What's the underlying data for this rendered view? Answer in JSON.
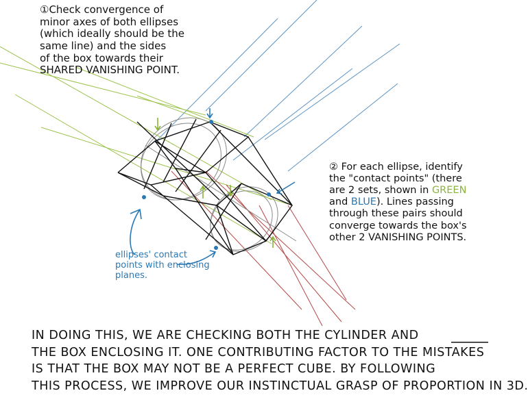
{
  "note1": {
    "lines": [
      "①Check convergence of",
      "minor axes of both ellipses",
      "(which ideally should be the",
      "same line) and the sides",
      "of the box towards their",
      "SHARED VANISHING POINT."
    ]
  },
  "note2": {
    "line1": "② For each ellipse, identify",
    "line2": "the \"contact points\" (there",
    "line3_pre": "are 2 sets, shown in ",
    "line3_green": "GREEN",
    "line4_pre": "and ",
    "line4_blue": "BLUE",
    "line4_post": "). Lines passing",
    "line5": "through these pairs should",
    "line6": "converge towards the box's",
    "line7": "other 2 VANISHING POINTS."
  },
  "note3": {
    "lines": [
      "ellipses' contact",
      "points with enclosing",
      "planes."
    ]
  },
  "bottom": {
    "line1_pre": "IN DOING THIS, WE ARE CHECKING BOTH  THE CYLINDER ",
    "line1_and": "AND",
    "line2": "THE BOX ENCLOSING IT. ONE CONTRIBUTING FACTOR TO THE MISTAKES",
    "line3": "IS THAT THE BOX MAY NOT BE A PERFECT CUBE. BY FOLLOWING",
    "line4": "THIS PROCESS, WE IMPROVE OUR INSTINCTUAL GRASP OF PROPORTION IN 3D."
  },
  "colors": {
    "green": "#8ab43a",
    "blue": "#2a78b4",
    "red": "#a83a3a",
    "ink": "#111111",
    "pencil": "#8a8a8a"
  }
}
